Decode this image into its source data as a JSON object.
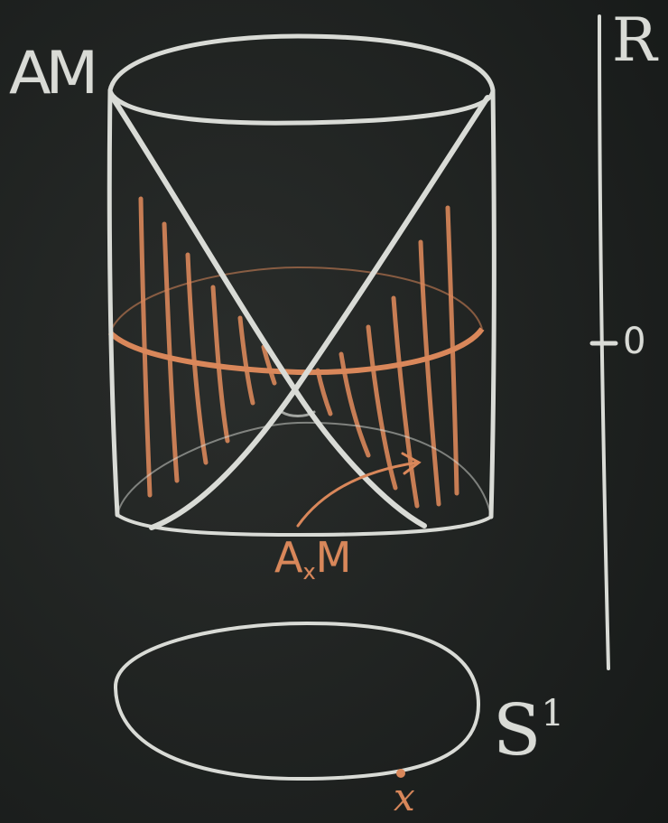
{
  "labels": {
    "total_space": "AM",
    "fiber": "A",
    "fiber_sub": "x",
    "fiber_tail": "M",
    "real_line": "R",
    "zero": "0",
    "base_circle": "S",
    "base_circle_sup": "1",
    "base_point": "x"
  },
  "colors": {
    "board": "#1c1f1e",
    "chalk_white": "#d9dbd6",
    "chalk_orange": "#d9875a"
  }
}
